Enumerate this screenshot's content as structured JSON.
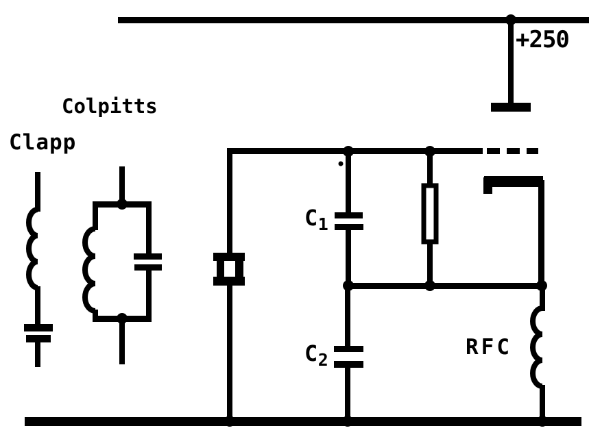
{
  "figure": {
    "kind": "oscillator-circuit-schematic",
    "ink_color": "#000000",
    "background_color": "#ffffff"
  },
  "labels": {
    "clapp": "Clapp",
    "colpitts": "Colpitts",
    "supply_voltage": "+250",
    "cap1_symbol": "C",
    "cap1_subscript": "1",
    "cap2_symbol": "C",
    "cap2_subscript": "2",
    "rfc": "RFC"
  },
  "components": [
    "clapp-series-tank (inductor + capacitor)",
    "colpitts-parallel-tank (inductor || capacitor)",
    "quartz-crystal",
    "capacitor-C1",
    "capacitor-C2",
    "grid-resistor",
    "rfc-choke",
    "cathode-lead",
    "plus-250-supply-tap",
    "supply-rail",
    "ground-rail",
    "dashed-grid-wire"
  ]
}
